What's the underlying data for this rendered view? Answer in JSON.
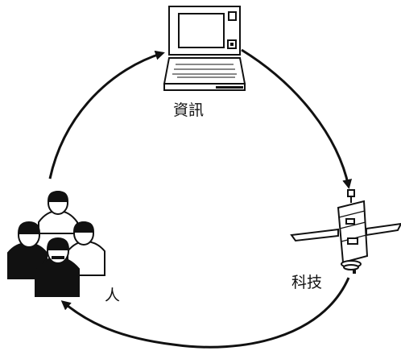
{
  "diagram": {
    "nodes": [
      {
        "id": "info",
        "label": "資訊",
        "icon": "computer-icon"
      },
      {
        "id": "tech",
        "label": "科技",
        "icon": "satellite-icon"
      },
      {
        "id": "people",
        "label": "人",
        "icon": "people-icon"
      }
    ],
    "edges": [
      {
        "from": "info",
        "to": "tech"
      },
      {
        "from": "tech",
        "to": "people"
      },
      {
        "from": "people",
        "to": "info"
      }
    ],
    "colors": {
      "stroke": "#111111",
      "fill_dark": "#111111",
      "fill_light": "#ffffff"
    }
  }
}
